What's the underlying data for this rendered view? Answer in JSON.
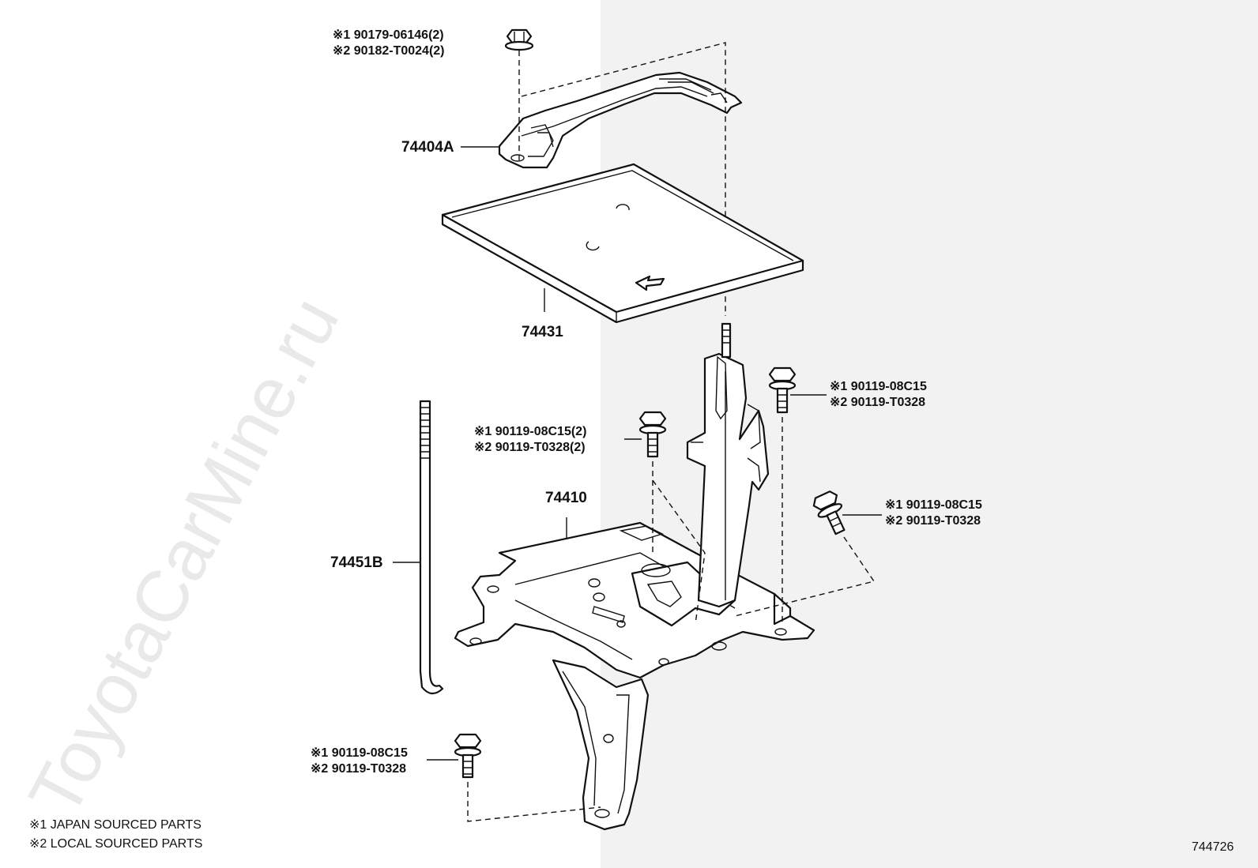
{
  "watermark": "ToyotaCarMine.ru",
  "diagram_id": "744726",
  "parts": {
    "hold_down_clamp": "74404A",
    "tray": "74431",
    "carrier": "74410",
    "clamp_bolt": "74451B"
  },
  "fasteners": {
    "top_nut": {
      "j": "※1 90179-06146(2)",
      "l": "※2 90182-T0024(2)"
    },
    "mid_bolt": {
      "j": "※1 90119-08C15(2)",
      "l": "※2 90119-T0328(2)"
    },
    "right_bolt_upper": {
      "j": "※1 90119-08C15",
      "l": "※2 90119-T0328"
    },
    "right_bolt_lower": {
      "j": "※1 90119-08C15",
      "l": "※2 90119-T0328"
    },
    "bottom_bolt": {
      "j": "※1 90119-08C15",
      "l": "※2 90119-T0328"
    }
  },
  "legend": {
    "japan": "※1 JAPAN SOURCED PARTS",
    "local": "※2 LOCAL SOURCED PARTS"
  }
}
